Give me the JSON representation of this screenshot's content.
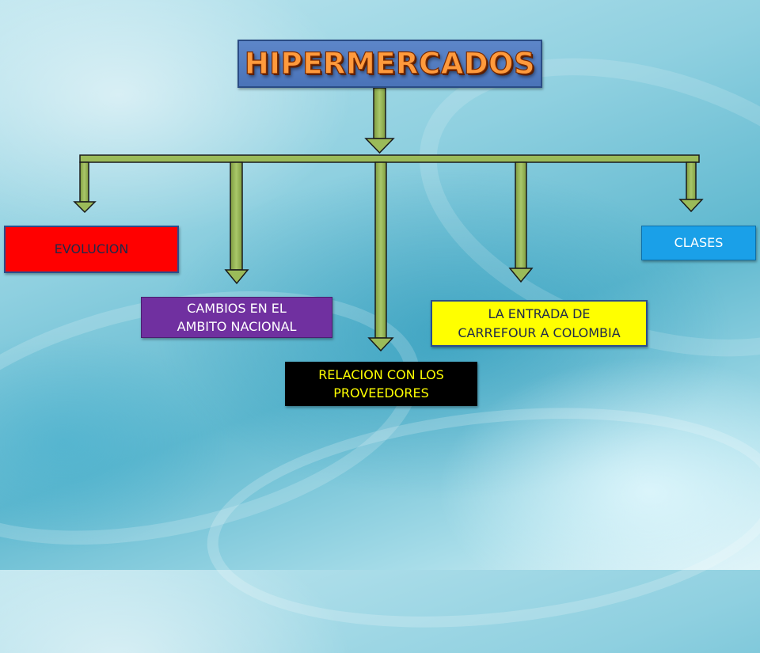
{
  "diagram": {
    "title": "HIPERMERCADOS",
    "branches": [
      {
        "label": "EVOLUCION",
        "color": "#ff0000"
      },
      {
        "label": "CAMBIOS EN EL\nAMBITO NACIONAL",
        "color": "#7030a0"
      },
      {
        "label": "RELACION CON LOS\nPROVEEDORES",
        "color": "#000000"
      },
      {
        "label": "LA ENTRADA DE\nCARREFOUR A COLOMBIA",
        "color": "#ffff00"
      },
      {
        "label": "CLASES",
        "color": "#1aa0e8"
      }
    ],
    "connector_color": "#9bbb59"
  }
}
